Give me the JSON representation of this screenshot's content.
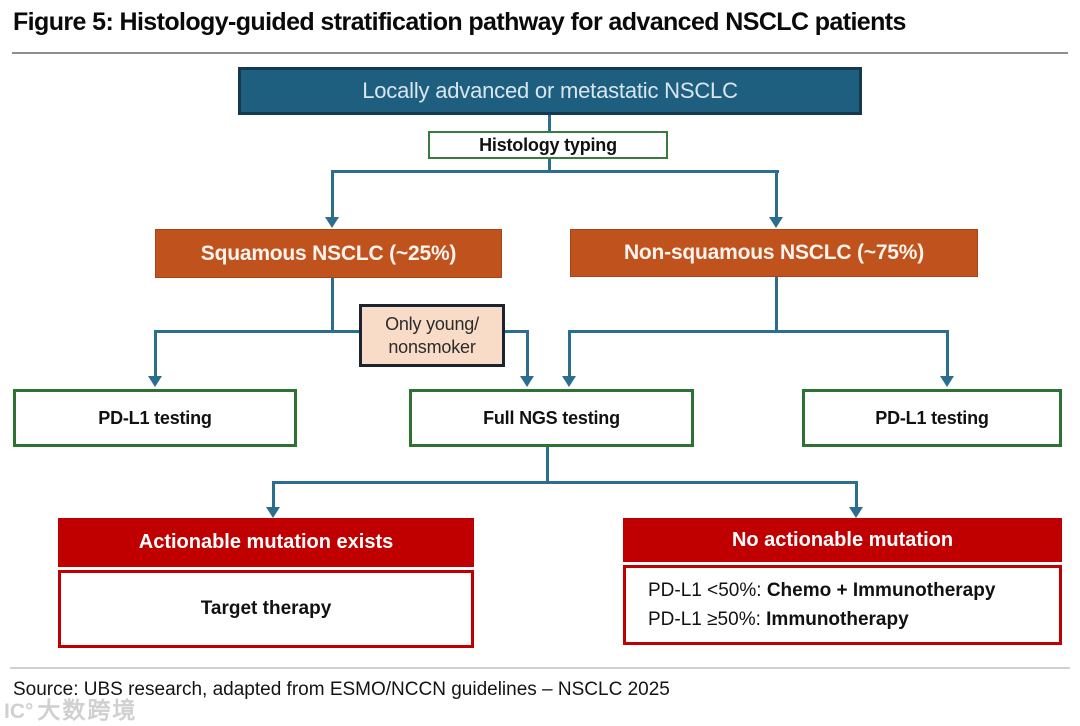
{
  "title": "Figure 5: Histology-guided stratification pathway for advanced NSCLC patients",
  "colors": {
    "root_fill": "#1e5f80",
    "root_border": "#15394f",
    "connector": "#2c6e8f",
    "orange_fill": "#c0521e",
    "green_border": "#2e7231",
    "red_fill": "#c00000",
    "peach_fill": "#f8dcc8"
  },
  "nodes": {
    "root": "Locally advanced or metastatic NSCLC",
    "histology": "Histology typing",
    "squamous": "Squamous NSCLC (~25%)",
    "nonsquamous": "Non-squamous NSCLC (~75%)",
    "only_young": {
      "lines": [
        "Only young/",
        "nonsmoker"
      ]
    },
    "pdl1_left": "PD-L1 testing",
    "full_ngs": "Full NGS testing",
    "pdl1_right": "PD-L1 testing",
    "actionable": {
      "header": "Actionable mutation exists",
      "body": "Target therapy"
    },
    "no_actionable": {
      "header": "No actionable mutation",
      "lines": [
        {
          "prefix": "PD-L1 <50%:",
          "treatment": "Chemo + Immunotherapy"
        },
        {
          "prefix": "PD-L1 ≥50%:",
          "treatment": "Immunotherapy"
        }
      ]
    }
  },
  "source": "Source: UBS research, adapted from ESMO/NCCN guidelines – NSCLC 2025",
  "watermark": {
    "glyph": "IC°",
    "text": "大数跨境"
  }
}
